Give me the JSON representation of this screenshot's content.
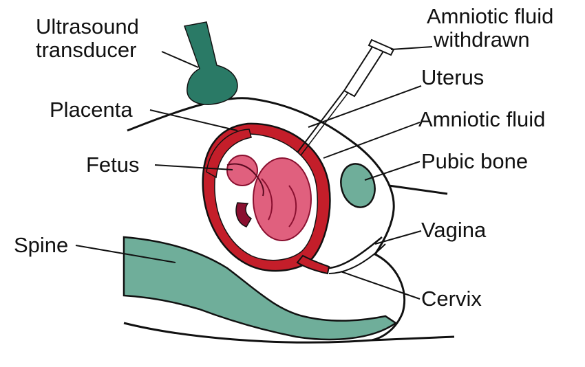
{
  "diagram": {
    "labels": {
      "ultrasound_transducer": [
        "Ultrasound",
        "transducer"
      ],
      "amniotic_fluid_withdrawn": [
        "Amniotic fluid",
        "withdrawn"
      ],
      "uterus": "Uterus",
      "placenta": "Placenta",
      "amniotic_fluid": "Amniotic fluid",
      "fetus": "Fetus",
      "pubic_bone": "Pubic bone",
      "spine": "Spine",
      "vagina": "Vagina",
      "cervix": "Cervix"
    },
    "colors": {
      "background": "#ffffff",
      "outline": "#111111",
      "transducer": "#2a7a66",
      "bone": "#6fae9a",
      "uterus_wall": "#c41e2a",
      "fetus": "#e0607e",
      "fetus_dark": "#8a1030",
      "fluid": "#ffffff"
    }
  }
}
